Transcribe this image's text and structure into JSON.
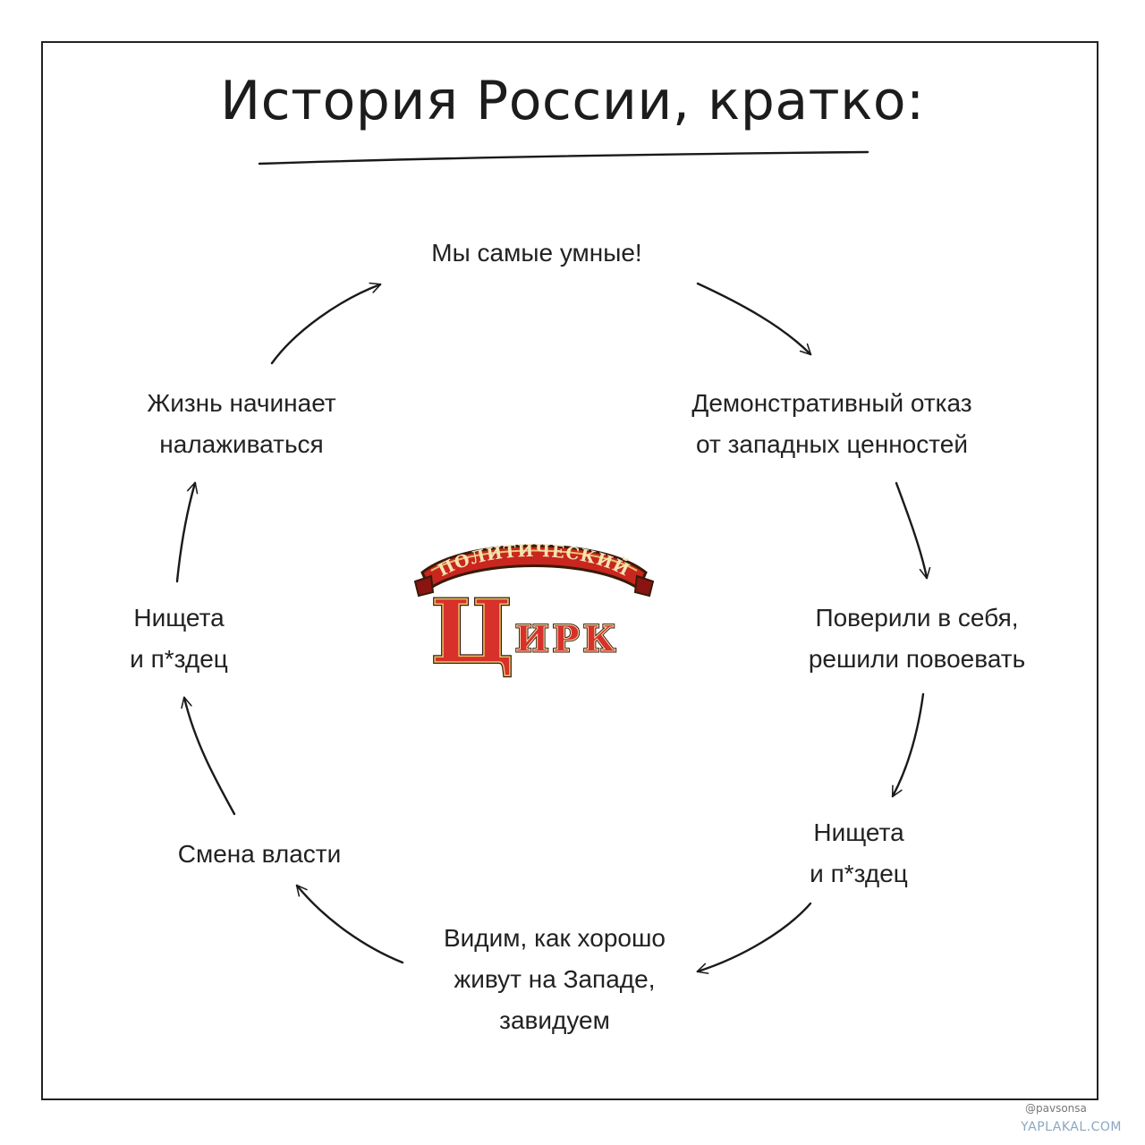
{
  "title": "История России, кратко:",
  "nodes": {
    "top": "Мы самые умные!",
    "right1": [
      "Демонстративный отказ",
      "от западных ценностей"
    ],
    "right2": [
      "Поверили в себя,",
      "решили повоевать"
    ],
    "right3": [
      "Нищета",
      "и п*здец"
    ],
    "bottom": [
      "Видим, как хорошо",
      "живут на Западе,",
      "завидуем"
    ],
    "left3": "Смена власти",
    "left2": [
      "Нищета",
      "и п*здец"
    ],
    "left1": [
      "Жизнь начинает",
      "налаживаться"
    ]
  },
  "logo": {
    "banner": "ПОЛИТИЧЕСКИЙ",
    "big_letter": "Ц",
    "rest": "ИРК"
  },
  "credit": "@pavsonsa",
  "watermark": "YAPLAKAL.COM",
  "colors": {
    "ink": "#1a1a1a",
    "logo_red": "#c8261e",
    "logo_gold": "#e9c46a",
    "logo_dark": "#3a1a0a"
  }
}
